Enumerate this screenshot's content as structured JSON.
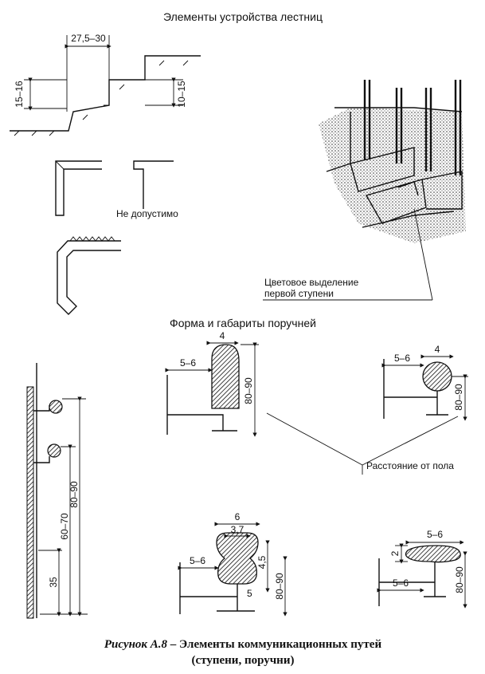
{
  "section1_title": "Элементы устройства лестниц",
  "stair_tread_width": "27,5–30",
  "stair_riser_height": "15–16",
  "stair_riser_alt": "10–15",
  "not_allowed_label": "Не допустимо",
  "first_step_callout_line1": "Цветовое выделение",
  "first_step_callout_line2": "первой ступени",
  "section2_title": "Форма и габариты поручней",
  "wall_dims": {
    "height_main": "80–90",
    "height_child": "60–70",
    "height_bottom": "35"
  },
  "rail_a": {
    "width": "4",
    "offset": "5–6",
    "height": "80–90"
  },
  "rail_b": {
    "width": "4",
    "offset": "5–6",
    "height": "80–90"
  },
  "rail_c": {
    "width": "6",
    "inner": "3,7",
    "offset": "5–6",
    "depth": "4,5",
    "neck": "5",
    "height": "80–90"
  },
  "rail_d": {
    "width": "5–6",
    "thickness": "2",
    "offset": "5–6",
    "height": "80–90"
  },
  "floor_distance_label": "Расстояние от пола",
  "caption_bold": "Рисунок А.8",
  "caption_line1": " – Элементы коммуникационных путей",
  "caption_line2": "(ступени, поручни)"
}
